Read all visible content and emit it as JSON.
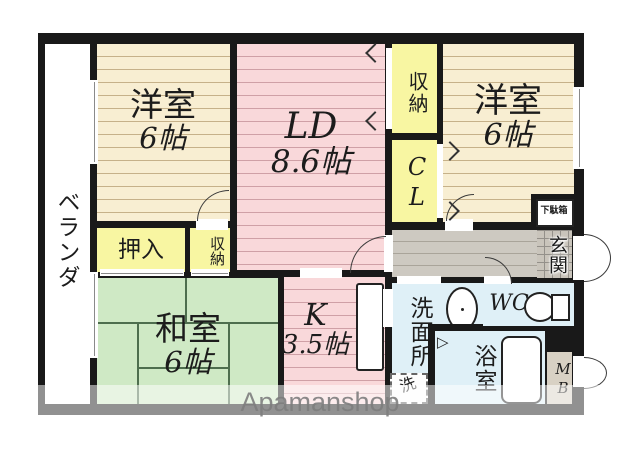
{
  "watermark": "Apamanshop",
  "plan": {
    "veranda": "ベランダ",
    "western_room_left": {
      "name": "洋室",
      "size": "6帖"
    },
    "living_dining": {
      "name": "LD",
      "size": "8.6帖"
    },
    "storage_top": "収納",
    "closet": "CL",
    "western_room_right": {
      "name": "洋室",
      "size": "6帖"
    },
    "oshiire": "押入",
    "storage_mid": "収納",
    "japanese_room": {
      "name": "和室",
      "size": "6帖"
    },
    "kitchen": {
      "name": "K",
      "size": "3.5帖"
    },
    "washroom": "洗面所",
    "washing_machine": "洗",
    "bathroom": "浴室",
    "toilet": "WC",
    "entrance": "玄関",
    "shoe_cabinet": "下駄箱",
    "meter_box": "MB"
  },
  "colors": {
    "wall": "#191919",
    "western_room": "#f8eed2",
    "living_dining": "#f9d8da",
    "storage": "#f8f6a2",
    "japanese_room": "#cfe9c5",
    "wet_area": "#dff0f7",
    "hall": "#cdc9c1",
    "meter_box": "#d8d1c4"
  }
}
